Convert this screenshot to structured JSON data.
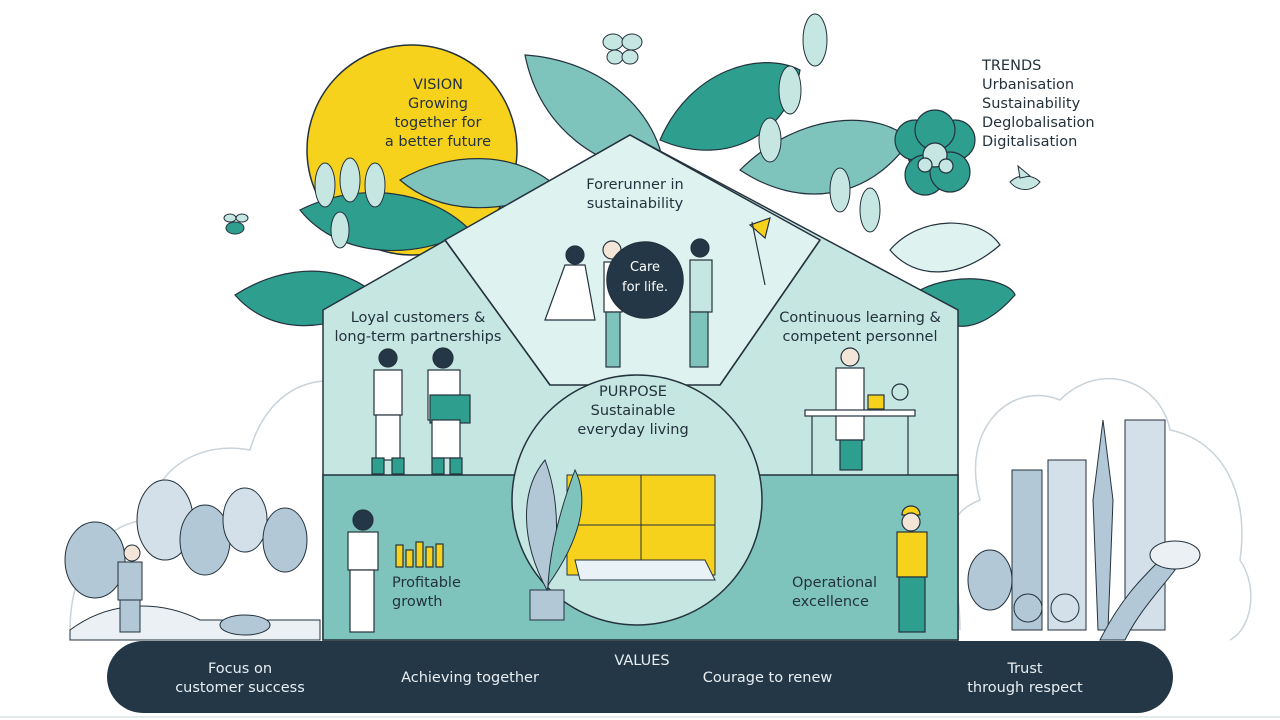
{
  "vision": {
    "heading": "VISION",
    "lines": [
      "Growing",
      "together for",
      "a better future"
    ]
  },
  "trends": {
    "heading": "TRENDS",
    "items": [
      "Urbanisation",
      "Sustainability",
      "Deglobalisation",
      "Digitalisation"
    ]
  },
  "roof": {
    "lines": [
      "Forerunner in",
      "sustainability"
    ]
  },
  "globe": {
    "lines": [
      "Care",
      "for life."
    ]
  },
  "pillars": {
    "loyal": [
      "Loyal customers &",
      "long-term partnerships"
    ],
    "learning": [
      "Continuous learning &",
      "competent personnel"
    ],
    "growth": [
      "Profitable",
      "growth"
    ],
    "operational": [
      "Operational",
      "excellence"
    ]
  },
  "purpose": {
    "heading": "PURPOSE",
    "lines": [
      "Sustainable",
      "everyday living"
    ]
  },
  "values": {
    "heading": "VALUES",
    "items": [
      [
        "Focus on",
        "customer success"
      ],
      [
        "Achieving together"
      ],
      [
        "Courage to renew"
      ],
      [
        "Trust",
        "through respect"
      ]
    ]
  },
  "colors": {
    "teal_dark": "#2e9e8e",
    "teal_mid": "#7ec4bd",
    "teal_light": "#c6e6e2",
    "mint": "#def3f0",
    "sun": "#f7d21c",
    "navy": "#243746",
    "slate": "#b3c8d6"
  }
}
